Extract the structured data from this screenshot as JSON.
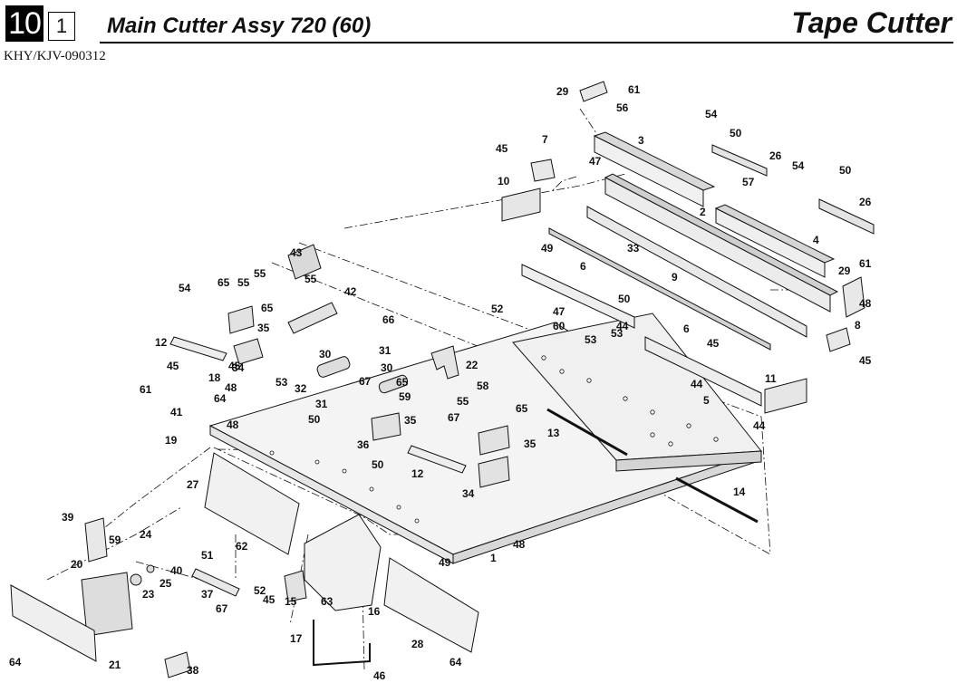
{
  "header": {
    "section_number": "10",
    "page_number": "1",
    "title": "Main Cutter Assy 720 (60)",
    "subject": "Tape Cutter",
    "doc_ref": "KHY/KJV-090312"
  },
  "callouts": [
    "1",
    "2",
    "3",
    "4",
    "5",
    "6",
    "6",
    "7",
    "8",
    "9",
    "10",
    "11",
    "12",
    "12",
    "13",
    "14",
    "15",
    "16",
    "17",
    "18",
    "19",
    "20",
    "21",
    "22",
    "23",
    "24",
    "25",
    "26",
    "26",
    "27",
    "28",
    "29",
    "29",
    "30",
    "30",
    "31",
    "31",
    "32",
    "33",
    "34",
    "34",
    "35",
    "35",
    "35",
    "36",
    "37",
    "38",
    "39",
    "40",
    "41",
    "42",
    "43",
    "44",
    "44",
    "44",
    "45",
    "45",
    "45",
    "45",
    "45",
    "45",
    "46",
    "47",
    "47",
    "48",
    "48",
    "48",
    "48",
    "49",
    "49",
    "50",
    "50",
    "50",
    "50",
    "50",
    "51",
    "52",
    "52",
    "53",
    "53",
    "53",
    "54",
    "54",
    "54",
    "55",
    "55",
    "55",
    "55",
    "56",
    "57",
    "58",
    "59",
    "59",
    "60",
    "61",
    "61",
    "61",
    "62",
    "63",
    "64",
    "64",
    "64",
    "65",
    "65",
    "65",
    "65",
    "66",
    "67",
    "67",
    "67"
  ],
  "colors": {
    "ink": "#111111",
    "face_light": "#f2f2f2",
    "face_mid": "#dcdcdc",
    "face_dark": "#bdbdbd"
  }
}
